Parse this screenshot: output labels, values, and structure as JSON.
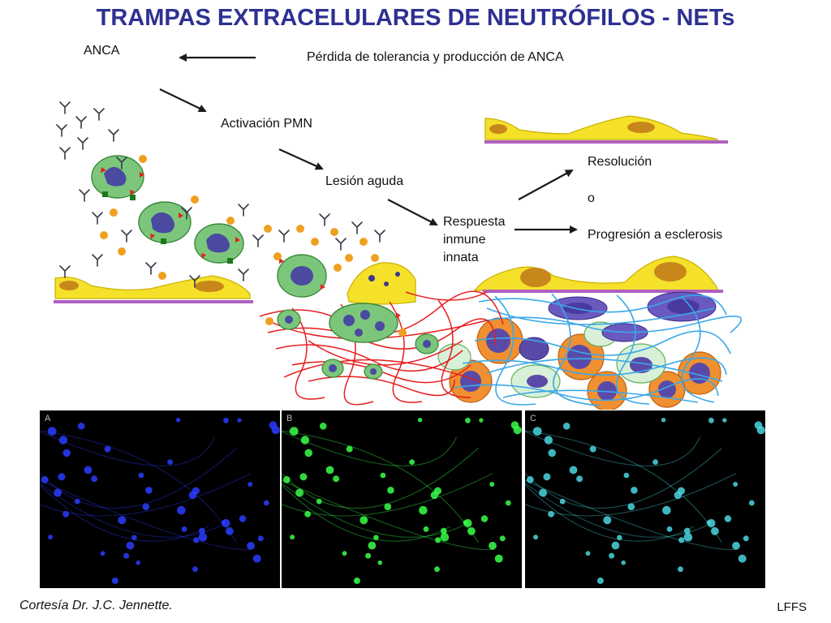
{
  "title": "TRAMPAS EXTRACELULARES DE NEUTRÓFILOS - NETs",
  "labels": {
    "anca": "ANCA",
    "perdida": "Pérdida de tolerancia y producción de ANCA",
    "activacion": "Activación PMN",
    "lesion": "Lesión aguda",
    "respuesta_1": "Respuesta",
    "respuesta_2": "inmune",
    "respuesta_3": "innata",
    "resolucion": "Resolución",
    "o": "o",
    "progresion": "Progresión a esclerosis"
  },
  "panels": [
    {
      "letter": "A",
      "color": "#2a3cff"
    },
    {
      "letter": "B",
      "color": "#3aff4a"
    },
    {
      "letter": "C",
      "color": "#4ad6e0"
    }
  ],
  "footer": {
    "credit": "Cortesía Dr. J.C. Jennette.",
    "mark": "LFFS"
  },
  "colors": {
    "title": "#2e3192",
    "cell_yellow": "#f5e02a",
    "nucleus": "#c8871a",
    "membrane": "#b060c0",
    "net_red": "#e61e1e",
    "fibrosis_blue": "#3aa8e8",
    "neutrophil_green": "#7cc67c",
    "macrophage_orange": "#f09030"
  }
}
